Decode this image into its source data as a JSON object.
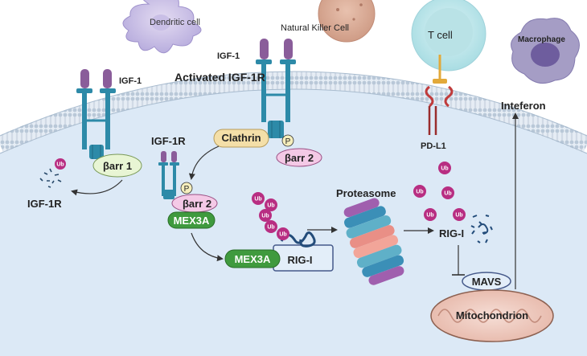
{
  "cells": {
    "dendritic": "Dendritic cell",
    "nk": "Natural Killer Cell",
    "t": "T cell",
    "macrophage": "Macrophage"
  },
  "labels": {
    "igf1_left": "IGF-1",
    "igf1_center": "IGF-1",
    "activated_igf1r": "Activated  IGF-1R",
    "igf1r_membrane": "IGF-1R",
    "igf1r_degraded": "IGF-1R",
    "barr1": "βarr 1",
    "barr2_top": "βarr 2",
    "barr2_mid": "βarr 2",
    "p_top": "P",
    "p_mid": "P",
    "clathrin": "Clathrin",
    "mex3a_top": "MEX3A",
    "mex3a_bottom": "MEX3A",
    "rigi_complex": "RIG-I",
    "proteasome": "Proteasome",
    "rigi_right": "RIG-I",
    "mavs": "MAVS",
    "mitochondrion": "Mitochondrion",
    "pdl1": "PD-L1",
    "inteferon": "Inteferon",
    "ub": "Ub"
  },
  "colors": {
    "cytoplasm": "#dce9f6",
    "membrane": "#c3d1e0",
    "receptor": "#2d8aa8",
    "ligand": "#8a5d9a",
    "mex3a": "#3f9a3e",
    "ubiquitin": "#b82e82",
    "clathrin": "#f4dfa8",
    "barr": "#f4c9e6"
  }
}
